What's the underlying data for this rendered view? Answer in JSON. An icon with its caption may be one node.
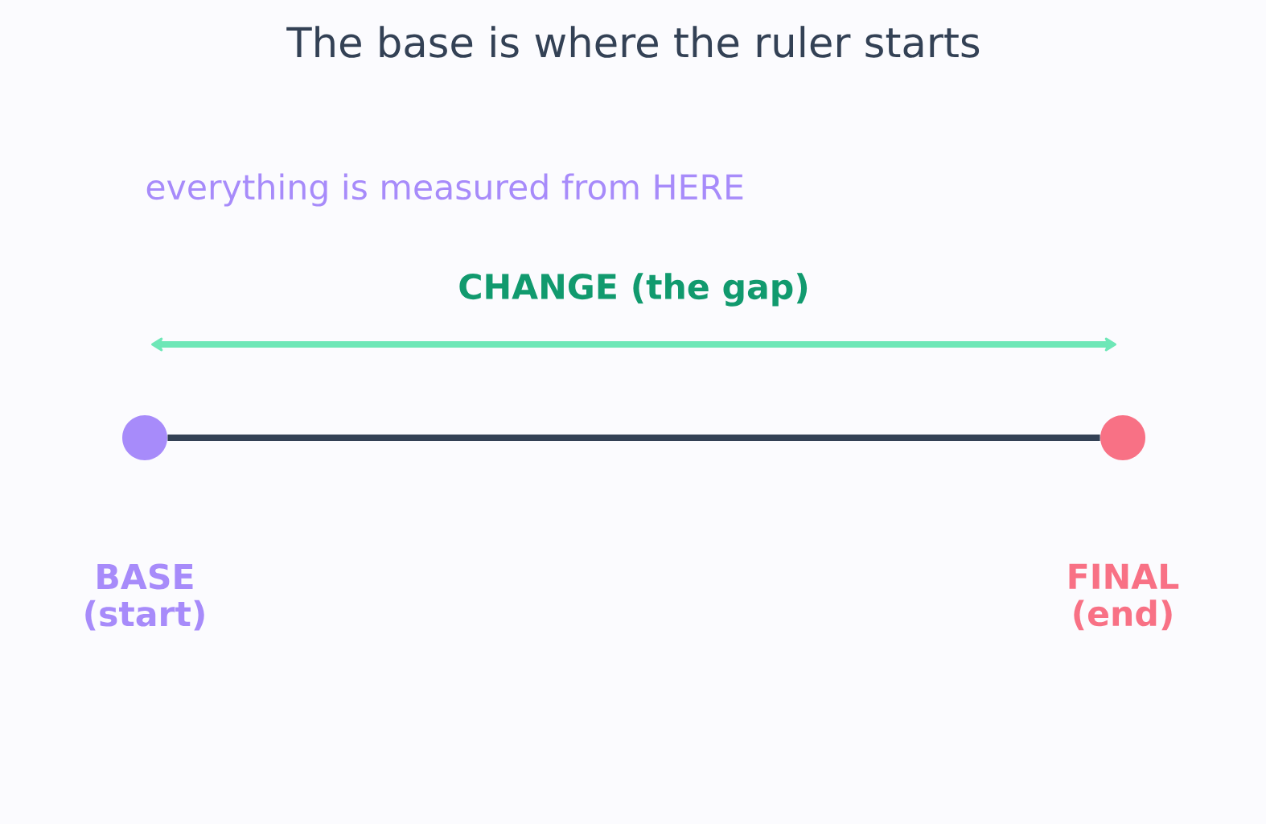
{
  "diagram": {
    "title": "The base is where the ruler starts",
    "nodes": [
      {
        "text": [],
        "shape": "circle",
        "beside": [
          "BASE (start)"
        ]
      },
      {
        "text": [],
        "shape": "circle",
        "beside": [
          "FINAL (end)"
        ]
      }
    ],
    "edges": [
      {
        "from": 0,
        "to": 1,
        "arrow": "none"
      }
    ],
    "labels": [
      "everything is measured from HERE",
      "CHANGE (the gap)"
    ]
  }
}
